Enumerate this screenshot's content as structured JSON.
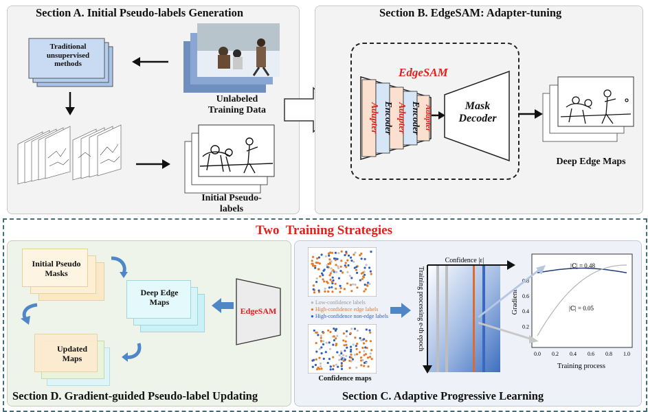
{
  "section_a": {
    "title": "Section A. Initial Pseudo-labels Generation",
    "traditional_line1": "Traditional",
    "traditional_line2": "unsupervised",
    "traditional_line3": "methods",
    "unlabeled_line1": "Unlabeled",
    "unlabeled_line2": "Training Data",
    "initial_line1": "Initial Pseudo-",
    "initial_line2": "labels"
  },
  "section_b": {
    "title": "Section B. EdgeSAM: Adapter-tuning",
    "model_name": "EdgeSAM",
    "layers": [
      "Adapter",
      "Encoder",
      "Adapter",
      "Encoder",
      "Adapter"
    ],
    "decoder_line1": "Mask",
    "decoder_line2": "Decoder",
    "output_label": "Deep Edge Maps"
  },
  "strategies_title": "Two  Training Strategies",
  "section_d": {
    "title": "Section D. Gradient-guided Pseudo-label Updating",
    "initial_masks_line1": "Initial Pseudo",
    "initial_masks_line2": "Masks",
    "deep_edge_line1": "Deep Edge",
    "deep_edge_line2": "Maps",
    "updated_line1": "Updated",
    "updated_line2": "Maps",
    "model_name": "EdgeSAM"
  },
  "section_c": {
    "title": "Section C. Adaptive Progressive Learning",
    "legend": [
      "Low-confidence labels",
      "High-confidence edge labels",
      "High-confidence non-edge labels"
    ],
    "confidence_maps_label": "Confidence maps",
    "confidence_axis": "Confidence |ε|",
    "epoch_axis": "Training processing e-th epoch",
    "plot_xlabel": "Training process",
    "plot_ylabel": "Gradient",
    "plot_xticks": [
      "0.0",
      "0.2",
      "0.4",
      "0.6",
      "0.8",
      "1.0"
    ],
    "plot_yticks": [
      "0.2",
      "0.4",
      "0.6",
      "0.8"
    ],
    "curve_top_label": "|ℂ| = 0.48",
    "curve_bottom_label": "|ℂ| = 0.05"
  },
  "colors": {
    "red_title": "#e0201b",
    "orange_dot": "#e07b2a",
    "blue_dot": "#3060b8",
    "adapter_fill": "#fbe0d0",
    "encoder_fill": "#d7e6f7",
    "arrow_blue": "#4f86c6"
  }
}
